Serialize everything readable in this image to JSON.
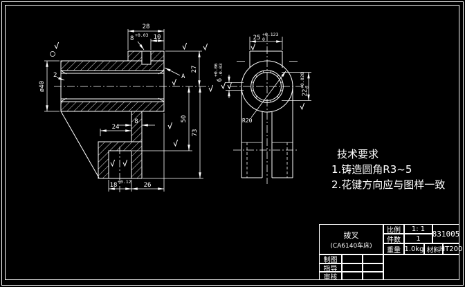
{
  "tech_requirements": {
    "title": "技术要求",
    "items": {
      "i1": "1.铸造圆角R3~5",
      "i2": "2.花键方向应与图样一致"
    }
  },
  "title_block": {
    "part_name": "拨叉",
    "part_model": "(CA6140车床)",
    "scale_label": "比例",
    "scale_value": "1: 1",
    "quantity_label": "件数",
    "quantity_value": "1",
    "weight_label": "重量",
    "weight_value": "1.0kg",
    "material_label": "材料",
    "material_value": "HT200",
    "drawing_number": "831005",
    "drafter_label": "制图",
    "advisor_label": "指导",
    "auditor_label": "审核"
  },
  "dimensions": {
    "boss_width": "28",
    "slot_offset": "10",
    "slot_width": "8",
    "slot_width_tol": "+0.03",
    "hub_outer_dia": "ø40",
    "chamfer": "2",
    "boss_height": "27",
    "slot_depth_pos": "50",
    "overall_height": "73",
    "web_length": "24",
    "rib_thickness": "8",
    "foot_slot_width": "18",
    "foot_slot_tol": "+0.12",
    "foot_offset": "26",
    "view_label_a": "A",
    "spline_major": "25",
    "spline_major_sup": "+0.123",
    "spline_major_sub": "0",
    "spline_minor": "22",
    "spline_minor_sup": "+0.028",
    "spline_minor_sub": "0",
    "outer_radius": "R20",
    "spline_key": "6",
    "spline_key_sup": "+0.06",
    "spline_key_sub": "-0.03"
  }
}
